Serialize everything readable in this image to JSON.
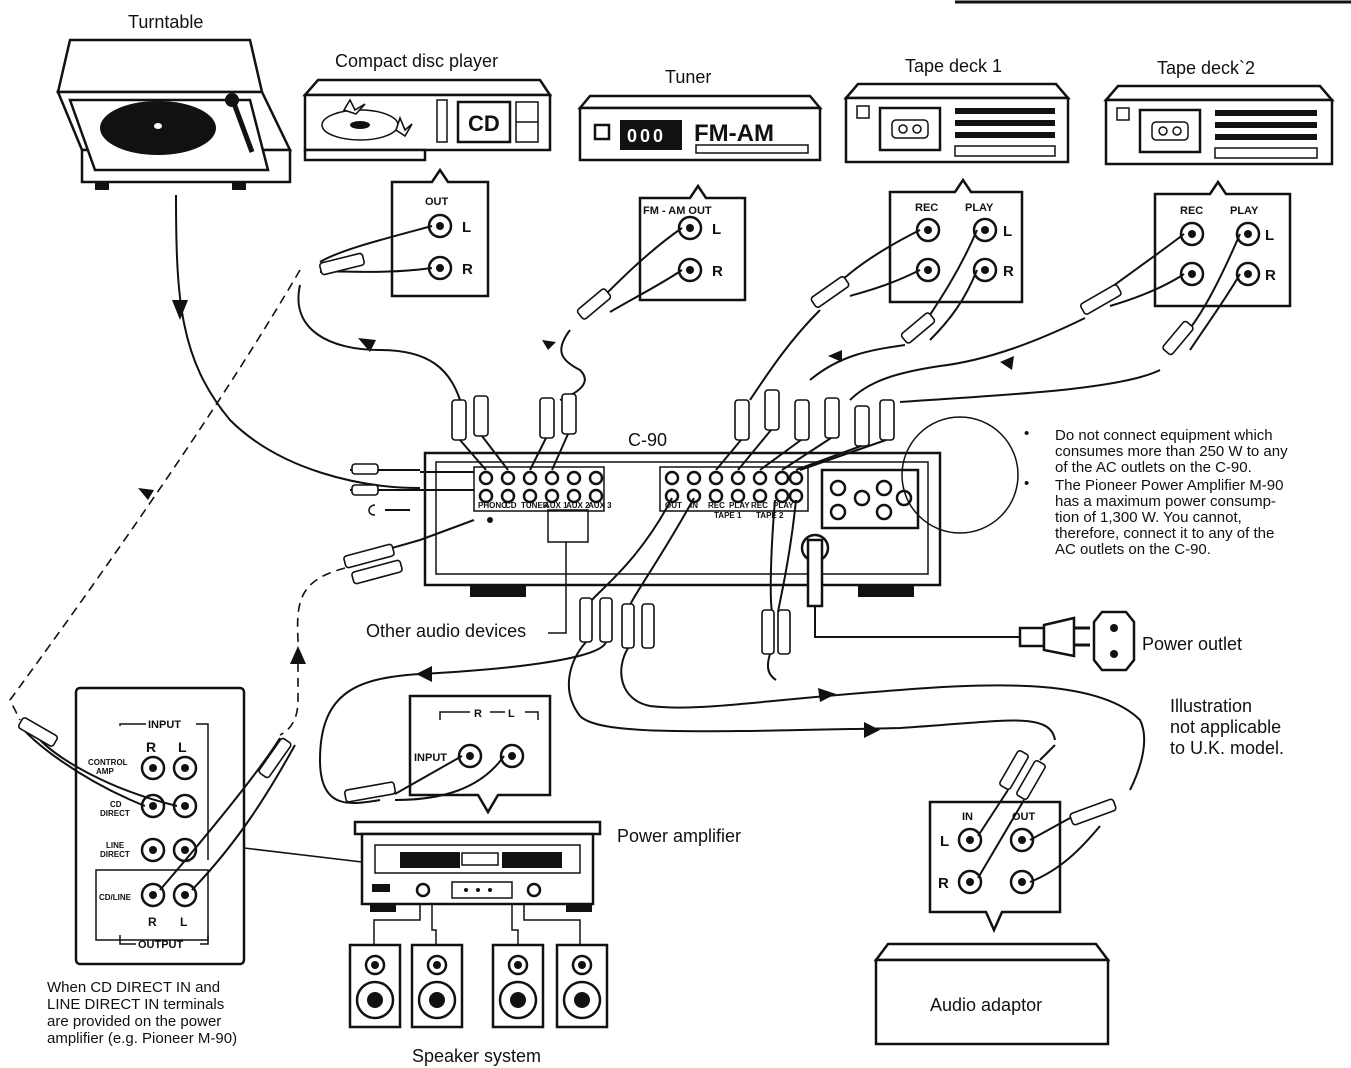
{
  "labels": {
    "turntable": "Turntable",
    "cd_player": "Compact disc player",
    "cd_badge": "CD",
    "tuner": "Tuner",
    "tuner_display": "FM-AM",
    "tape_deck_1": "Tape deck 1",
    "tape_deck_2": "Tape deck`2",
    "amp_model": "C-90",
    "other_devices": "Other audio devices",
    "power_outlet": "Power outlet",
    "power_amplifier": "Power amplifier",
    "speaker_system": "Speaker system",
    "audio_adaptor": "Audio adaptor",
    "illustration_note": [
      "Illustration",
      "not applicable",
      "to U.K. model."
    ],
    "cd_direct_note": [
      "When CD DIRECT IN and",
      "LINE DIRECT IN terminals",
      "are provided on the power",
      "amplifier (e.g. Pioneer M-90)"
    ]
  },
  "notes": [
    [
      "Do not connect equipment which",
      "consumes more than 250 W to any",
      "of the AC outlets on the C-90."
    ],
    [
      "The Pioneer Power Amplifier M-90",
      "has a maximum power consump-",
      "tion of 1,300 W. You cannot,",
      "therefore, connect it to any of the",
      "AC outlets on the C-90."
    ]
  ],
  "bullet": "•",
  "panels": {
    "cd_out": {
      "title": "OUT",
      "left": "L",
      "right": "R"
    },
    "tuner_out": {
      "title": "FM - AM OUT",
      "left": "L",
      "right": "R"
    },
    "tape1": {
      "rec": "REC",
      "play": "PLAY",
      "left": "L",
      "right": "R"
    },
    "tape2": {
      "rec": "REC",
      "play": "PLAY",
      "left": "L",
      "right": "R"
    },
    "amp_input": {
      "r": "R",
      "l": "L",
      "input": "INPUT"
    },
    "direct": {
      "input": "INPUT",
      "r": "R",
      "l": "L",
      "control_amp": [
        "CONTROL",
        "AMP"
      ],
      "cd_direct": [
        "CD",
        "DIRECT"
      ],
      "line_direct": [
        "LINE",
        "DIRECT"
      ],
      "cd_line": "CD/LINE",
      "out_r": "R",
      "out_l": "L",
      "output": "OUTPUT"
    },
    "adaptor": {
      "in": "IN",
      "out": "OUT",
      "left": "L",
      "right": "R"
    }
  },
  "rear_panel": {
    "input_labels": [
      "PHONO",
      "CD",
      "TUNER",
      "AUX 1",
      "AUX 2",
      "AUX 3"
    ],
    "output_labels": [
      "OUT",
      "IN",
      "REC",
      "PLAY",
      "REC",
      "PLAY"
    ],
    "tape_labels": [
      "TAPE 1",
      "TAPE 2"
    ]
  }
}
